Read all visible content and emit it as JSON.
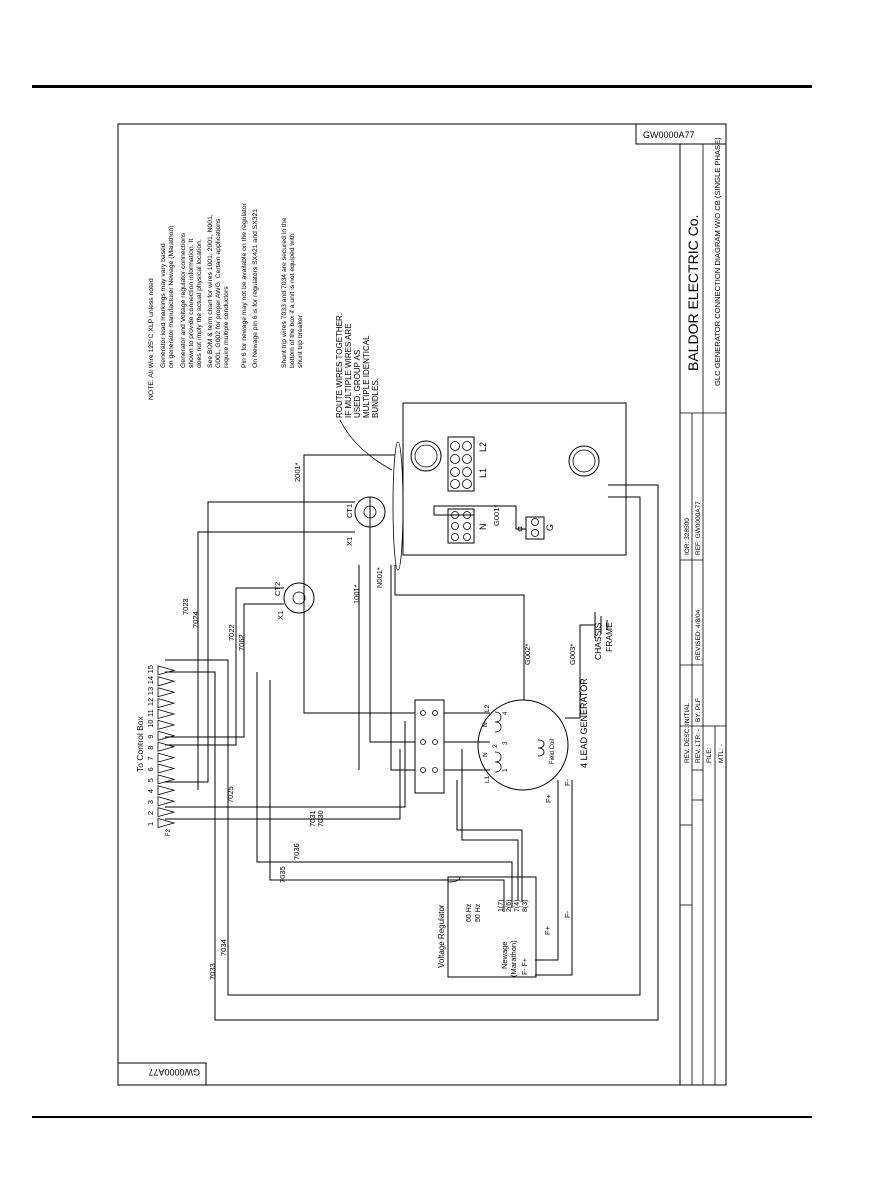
{
  "drawing": {
    "number": "GW0000A77",
    "number_rotated": "GW0000A77",
    "company": "BALDOR ELECTRIC Co.",
    "title": "GLC GENERATOR CONNECTION DIAGRAM W/O CB (SINGLE PHASE)",
    "title_block": {
      "rev_desc": "REV. DESC: INITIAL",
      "rev_ltr": "REV. LTR: -",
      "by": "BY: PLF",
      "revised": "REVISED: 4/8/04",
      "file": "FILE:",
      "mtl": "MTL: -",
      "ior": "IOR: 328500",
      "ref": "REF: GW0000A77"
    }
  },
  "notes": [
    "NOTE:  All Wire 125°C XLP unless noted",
    "Generator lead markings may vary based",
    "on generator manufacturer Newage (Marathon)",
    "Generator and Voltage regulator connections",
    "shown to provide connection information. It",
    "does not imply the actual physical location.",
    "See BOM & term chart for wires 1001, 2001, N001,",
    "G001, G002 for proper AWG. Certain applications",
    "require multiple conductors",
    "Pin 6 for newage may not be available on the regulator",
    "On Newage pin 6 is for regulators SX421 and SX321",
    "Shunt trip wires 7033 and 7034 are secured in the",
    "bottom of the box if a unit is not equiped with",
    "shunt trip breaker"
  ],
  "route_note": [
    "ROUTE WIRES TOGETHER.",
    "IF MULTIPLE WIRES ARE",
    "USED, GROUP AS",
    "MULTIPLE IDENTICAL",
    "BUNDLES."
  ],
  "control_box": {
    "label": "To Control Box",
    "terminal_numbers": [
      "1",
      "2",
      "3",
      "4",
      "5",
      "6",
      "7",
      "8",
      "9",
      "10",
      "11",
      "12",
      "13",
      "14",
      "15"
    ],
    "strip": "F2"
  },
  "wire_labels": [
    "7023",
    "7024",
    "7022",
    "7062",
    "7025",
    "7031",
    "7030",
    "7036",
    "7035",
    "7034",
    "7033",
    "1001*",
    "2001*",
    "N001*",
    "G001*",
    "G002*",
    "G003*"
  ],
  "cts": {
    "ct1": "CT1",
    "ct2": "CT2",
    "x1": "X1"
  },
  "breaker": {
    "l1": "L1",
    "l2": "L2",
    "n": "N",
    "g": "G"
  },
  "generator": {
    "label": "4 LEAD GENERATOR",
    "field_coil": "Field Coil",
    "leads": [
      "L2",
      "N",
      "N",
      "L1",
      "4",
      "3",
      "2",
      "1"
    ],
    "f_plus": "F+",
    "f_minus": "F-"
  },
  "chassis": [
    "CHASSIS",
    "FRAME"
  ],
  "regulator": {
    "title": "Voltage Regulator",
    "hz": [
      "60 Hz",
      "50 Hz"
    ],
    "pins": [
      "1(7)",
      "2(6)",
      "7(4)",
      "8(3)"
    ],
    "make": [
      "Newage",
      "(Marathon)"
    ],
    "f_terms": [
      "F-  F+"
    ],
    "f_wires": [
      "F+",
      "F-"
    ]
  }
}
